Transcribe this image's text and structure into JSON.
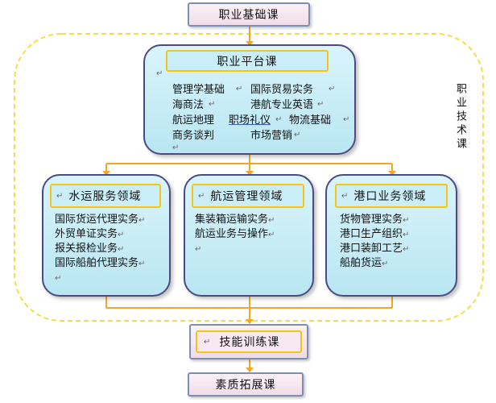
{
  "top_box": {
    "label": "职业基础课"
  },
  "platform": {
    "title": "职业平台课",
    "return_mark": "↵",
    "courses": [
      {
        "text": "管理学基础"
      },
      {
        "text": "国际贸易实务"
      },
      {
        "text": "海商法"
      },
      {
        "text": "港航专业英语"
      },
      {
        "text": "航运地理"
      },
      {
        "text": "职场礼仪"
      },
      {
        "text": "物流基础"
      },
      {
        "text": "商务谈判"
      },
      {
        "text": "市场营销"
      }
    ]
  },
  "side_label": "职业技术课",
  "domains": [
    {
      "title": "水运服务领域",
      "courses": [
        "国际货运代理实务",
        "外贸单证实务",
        "报关报检业务",
        "国际船舶代理实务"
      ]
    },
    {
      "title": "航运管理领域",
      "courses": [
        "集装箱运输实务",
        "航运业务与操作"
      ]
    },
    {
      "title": "港口业务领域",
      "courses": [
        "货物管理实务",
        "港口生产组织",
        "港口装卸工艺",
        "船舶货运"
      ]
    }
  ],
  "skills_box": {
    "label": "技能训练课"
  },
  "bottom_box": {
    "label": "素质拓展课"
  },
  "colors": {
    "connector": "#f5a623",
    "dashed_border": "#f3df47",
    "panel_border": "#4c4a86",
    "title_border": "#f5c516",
    "box_border": "#7f8db0"
  }
}
